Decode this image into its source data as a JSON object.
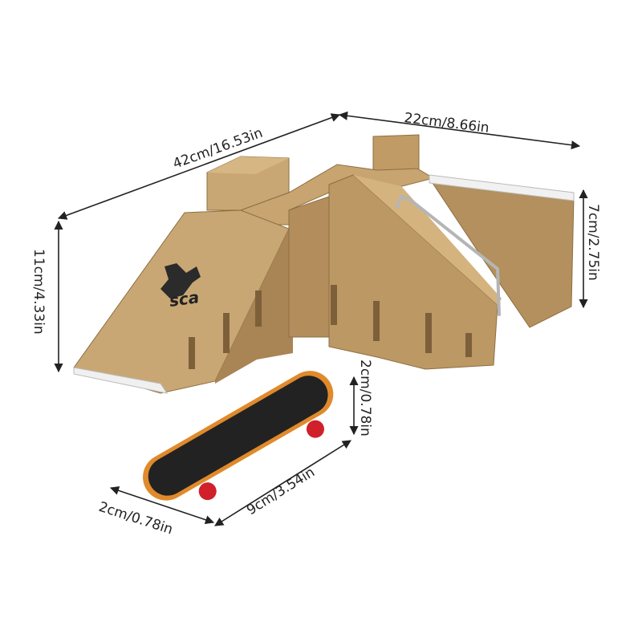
{
  "dimensions": {
    "length": "42cm/16.53in",
    "width": "22cm/8.66in",
    "height_left": "11cm/4.33in",
    "height_right": "7cm/2.75in",
    "board_height": "2cm/0.78in",
    "board_length": "9cm/3.54in",
    "board_width": "2cm/0.78in"
  },
  "ramp_logo_text": "sca",
  "colors": {
    "ramp": "#b99563",
    "ramp_light": "#c9a774",
    "ramp_dark": "#9e7c4c",
    "grip": "#222222",
    "board_edge": "#e08a2c",
    "wheels": "#d0202a",
    "rail": "#b5b5b5"
  }
}
